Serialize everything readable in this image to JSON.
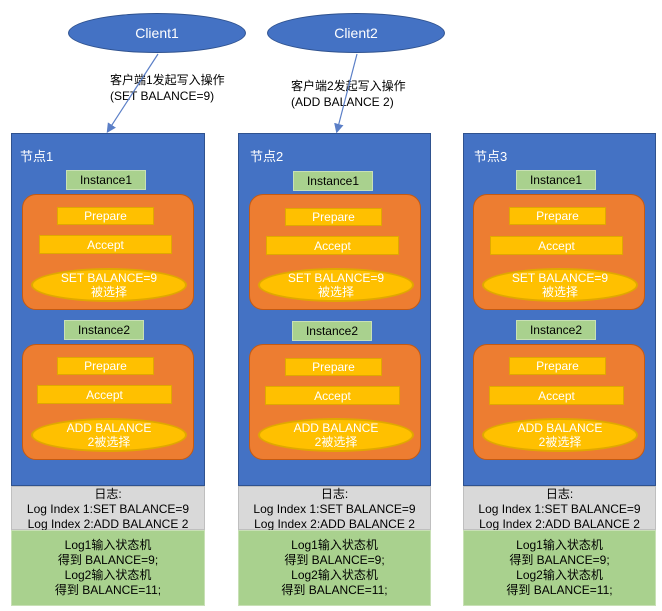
{
  "clients": [
    {
      "label": "Client1",
      "note": [
        "客户端1发起写入操作",
        "(SET BALANCE=9)"
      ]
    },
    {
      "label": "Client2",
      "note": [
        "客户端2发起写入操作",
        "(ADD BALANCE 2)"
      ]
    }
  ],
  "nodes": [
    {
      "title": "节点1",
      "instances": [
        {
          "label": "Instance1",
          "prepare": "Prepare",
          "accept": "Accept",
          "chosen": [
            "SET BALANCE=9",
            "被选择"
          ]
        },
        {
          "label": "Instance2",
          "prepare": "Prepare",
          "accept": "Accept",
          "chosen": [
            "ADD BALANCE",
            "2被选择"
          ]
        }
      ],
      "log": {
        "title": "日志:",
        "lines": [
          "Log Index 1:SET BALANCE=9",
          "Log Index 2:ADD BALANCE 2"
        ]
      },
      "state_machine": [
        "Log1输入状态机",
        "得到 BALANCE=9;",
        "Log2输入状态机",
        "得到 BALANCE=11;"
      ]
    },
    {
      "title": "节点2",
      "instances": [
        {
          "label": "Instance1",
          "prepare": "Prepare",
          "accept": "Accept",
          "chosen": [
            "SET BALANCE=9",
            "被选择"
          ]
        },
        {
          "label": "Instance2",
          "prepare": "Prepare",
          "accept": "Accept",
          "chosen": [
            "ADD BALANCE",
            "2被选择"
          ]
        }
      ],
      "log": {
        "title": "日志:",
        "lines": [
          "Log Index 1:SET BALANCE=9",
          "Log Index 2:ADD BALANCE 2"
        ]
      },
      "state_machine": [
        "Log1输入状态机",
        "得到 BALANCE=9;",
        "Log2输入状态机",
        "得到 BALANCE=11;"
      ]
    },
    {
      "title": "节点3",
      "instances": [
        {
          "label": "Instance1",
          "prepare": "Prepare",
          "accept": "Accept",
          "chosen": [
            "SET BALANCE=9",
            "被选择"
          ]
        },
        {
          "label": "Instance2",
          "prepare": "Prepare",
          "accept": "Accept",
          "chosen": [
            "ADD BALANCE",
            "2被选择"
          ]
        }
      ],
      "log": {
        "title": "日志:",
        "lines": [
          "Log Index 1:SET BALANCE=9",
          "Log Index 2:ADD BALANCE 2"
        ]
      },
      "state_machine": [
        "Log1输入状态机",
        "得到 BALANCE=9;",
        "Log2输入状态机",
        "得到 BALANCE=11;"
      ]
    }
  ],
  "colors": {
    "client_fill": "#4472c4",
    "node_fill": "#4472c4",
    "instance_fill": "#ed7d31",
    "step_fill": "#ffc000",
    "instance_label_fill": "#a9d18e",
    "log_fill": "#d9d9d9",
    "state_machine_fill": "#a9d18e"
  }
}
